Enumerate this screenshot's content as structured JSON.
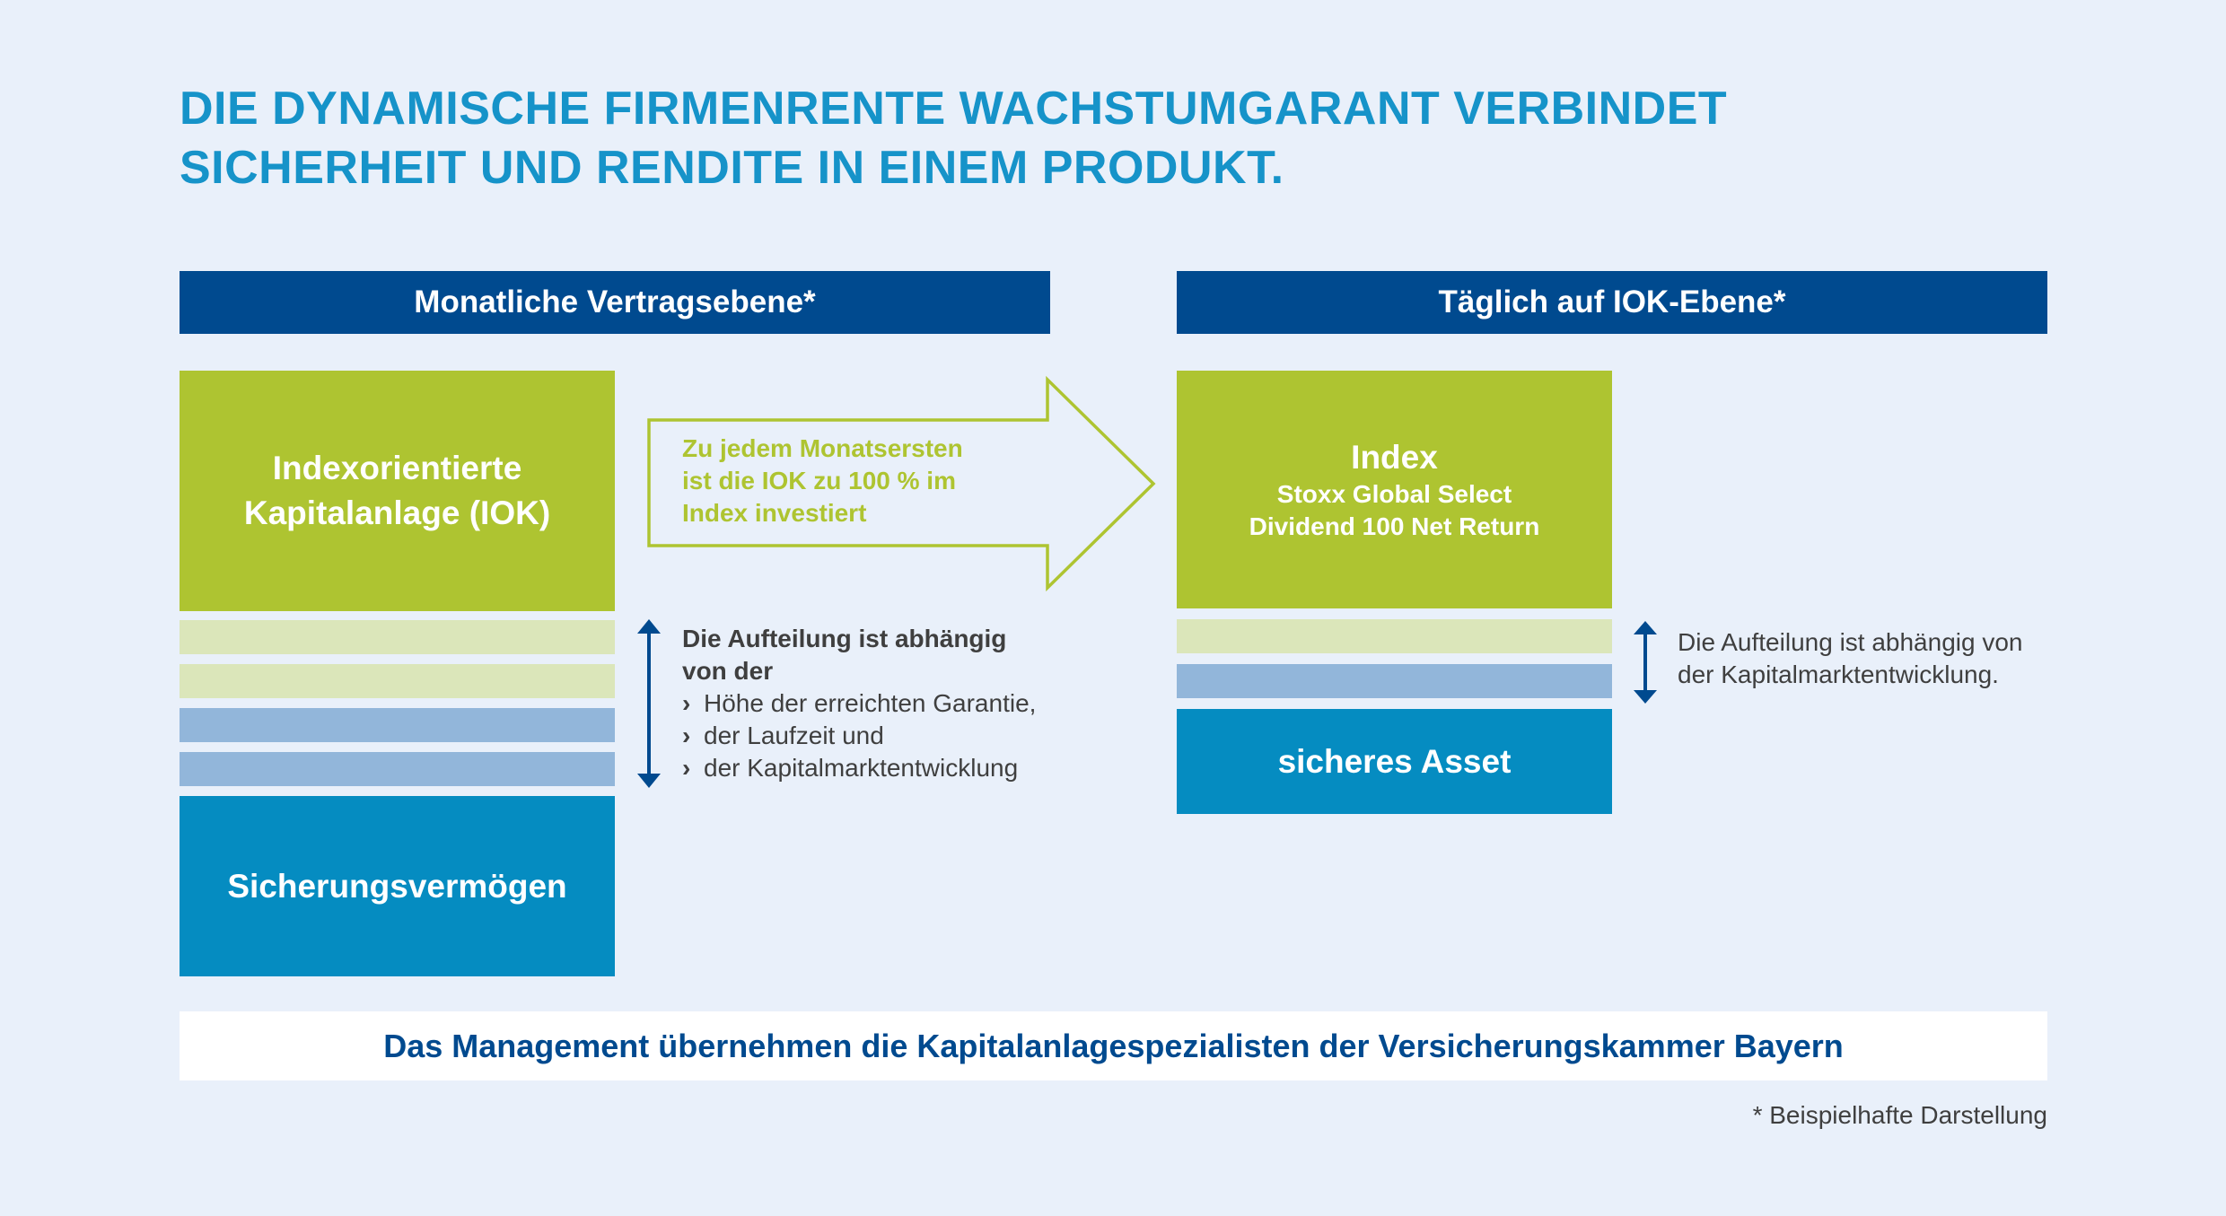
{
  "title": {
    "line1": "DIE DYNAMISCHE FIRMENRENTE WACHSTUMGARANT VERBINDET",
    "line2": "SICHERHEIT UND RENDITE IN EINEM PRODUKT."
  },
  "left": {
    "header": "Monatliche Vertragsebene*",
    "iok_line1": "Indexorientierte",
    "iok_line2": "Kapitalanlage (IOK)",
    "safety": "Sicherungsvermögen",
    "split_title_line1": "Die Aufteilung ist abhängig",
    "split_title_line2": "von der",
    "bullets": [
      "Höhe der erreichten Garantie,",
      "der Laufzeit und",
      "der Kapitalmarktentwicklung"
    ]
  },
  "arrow": {
    "line1": "Zu jedem Monatsersten",
    "line2": "ist die IOK zu 100 % im",
    "line3": "Index investiert"
  },
  "right": {
    "header": "Täglich auf IOK-Ebene*",
    "index_title": "Index",
    "index_line1": "Stoxx Global Select",
    "index_line2": "Dividend 100 Net Return",
    "safe_asset": "sicheres Asset",
    "split_line1": "Die Aufteilung ist abhängig von",
    "split_line2": "der Kapitalmarktentwicklung."
  },
  "footer": {
    "management": "Das Management übernehmen die Kapitalanlagespezialisten der Versicherungskammer Bayern",
    "note": "* Beispielhafte Darstellung"
  },
  "colors": {
    "title": "#1693c9",
    "header": "#004a8f",
    "green": "#aec431",
    "teal": "#058cc1",
    "light_green": "#dbe6ba",
    "light_blue": "#92b6da",
    "background": "#e9f0fa"
  }
}
